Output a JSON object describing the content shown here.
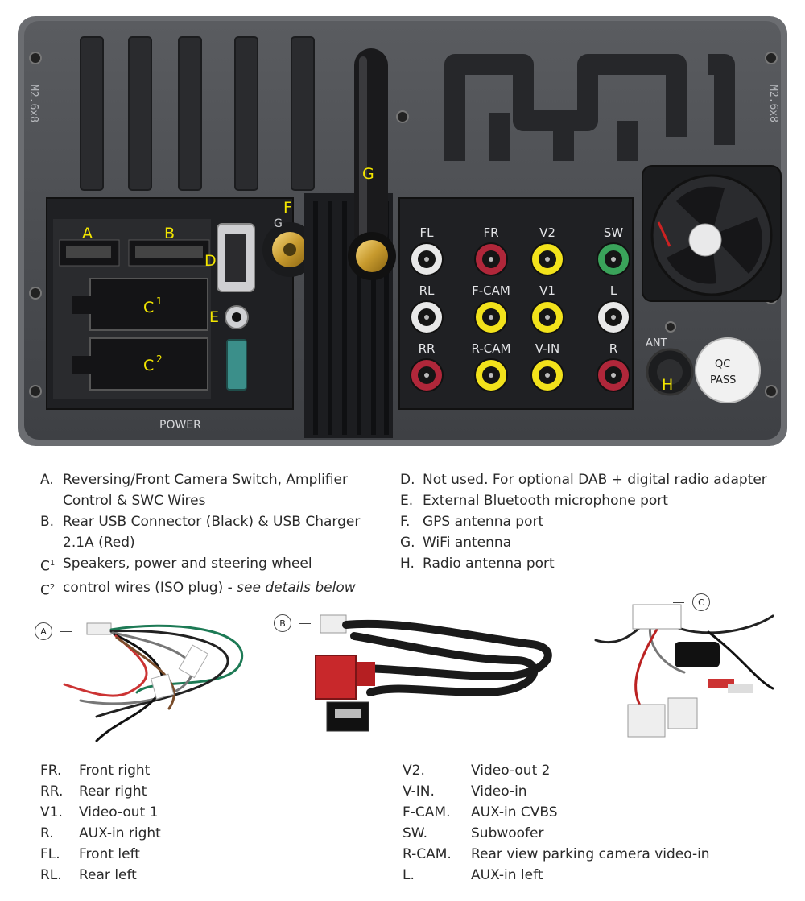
{
  "unit": {
    "labels": {
      "a": "A",
      "b": "B",
      "c1": "C",
      "c1_sup": "1",
      "c2": "C",
      "c2_sup": "2",
      "d": "D",
      "e": "E",
      "f": "F",
      "g": "G",
      "g_small": "G",
      "h": "H",
      "power": "POWER",
      "ant": "ANT",
      "qc1": "QC",
      "qc2": "PASS",
      "side_left": "M2.6x8",
      "side_right": "M2.6x8"
    },
    "rca": [
      {
        "label": "FL",
        "color": "#e8e8e8"
      },
      {
        "label": "FR",
        "color": "#b0273a"
      },
      {
        "label": "V2",
        "color": "#f2e21b"
      },
      {
        "label": "SW",
        "color": "#3aa35a"
      },
      {
        "label": "RL",
        "color": "#e8e8e8"
      },
      {
        "label": "F-CAM",
        "color": "#f2e21b"
      },
      {
        "label": "V1",
        "color": "#f2e21b"
      },
      {
        "label": "L",
        "color": "#e8e8e8"
      },
      {
        "label": "RR",
        "color": "#b0273a"
      },
      {
        "label": "R-CAM",
        "color": "#f2e21b"
      },
      {
        "label": "V-IN",
        "color": "#f2e21b"
      },
      {
        "label": "R",
        "color": "#b0273a"
      }
    ]
  },
  "legend_left": [
    {
      "key": "A.",
      "text": "Reversing/Front Camera Switch, Amplifier"
    },
    {
      "key": "",
      "text": "Control & SWC Wires"
    },
    {
      "key": "B.",
      "text": "Rear USB Connector (Black) & USB Charger"
    },
    {
      "key": "",
      "text": "2.1A (Red)"
    },
    {
      "key": "C",
      "sup": "1",
      "text": "Speakers, power and steering wheel"
    },
    {
      "key": "C",
      "sup": "2",
      "text": "control wires (ISO plug) - ",
      "italic": "see details below"
    }
  ],
  "legend_right": [
    {
      "key": "D.",
      "text": "Not used.  For optional DAB + digital radio adapter"
    },
    {
      "key": "E.",
      "text": "External Bluetooth microphone port"
    },
    {
      "key": "F.",
      "text": "GPS antenna port"
    },
    {
      "key": "G.",
      "text": "WiFi antenna"
    },
    {
      "key": "H.",
      "text": "Radio antenna port"
    }
  ],
  "cables": {
    "a": "A",
    "b": "B",
    "c": "C"
  },
  "glossary_left": [
    {
      "abbr": "FR.",
      "text": "Front right"
    },
    {
      "abbr": "RR.",
      "text": "Rear right"
    },
    {
      "abbr": "V1.",
      "text": "Video-out 1"
    },
    {
      "abbr": "R.",
      "text": "AUX-in right"
    },
    {
      "abbr": "FL.",
      "text": "Front left"
    },
    {
      "abbr": "RL.",
      "text": "Rear left"
    }
  ],
  "glossary_right": [
    {
      "abbr": "V2.",
      "text": "Video-out 2"
    },
    {
      "abbr": "V-IN.",
      "text": "Video-in"
    },
    {
      "abbr": "F-CAM.",
      "text": "AUX-in CVBS"
    },
    {
      "abbr": "SW.",
      "text": "Subwoofer"
    },
    {
      "abbr": "R-CAM.",
      "text": "Rear view parking camera video-in"
    },
    {
      "abbr": "L.",
      "text": "AUX-in left"
    }
  ]
}
